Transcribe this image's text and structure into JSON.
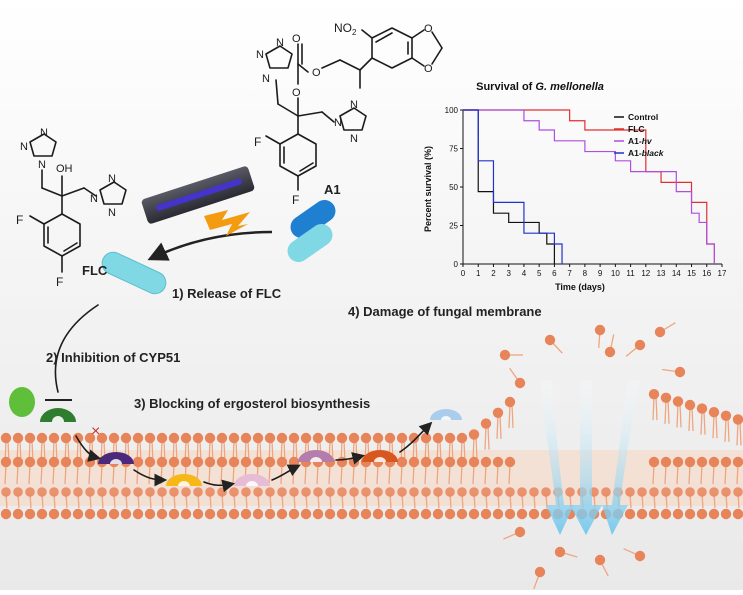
{
  "colors": {
    "membrane_head": "#e8845a",
    "membrane_tail": "#f0a57e",
    "arrow_blue": "#8fd1ee",
    "pill_cyan": "#7fd8e4",
    "enzyme_green": "#2f7d2e",
    "inhibit_x": "#c0392b"
  },
  "molecules": {
    "flc_label": "FLC",
    "a1_label": "A1",
    "no2": "NO",
    "no2_sub": "2",
    "oh": "OH",
    "f": "F",
    "n": "N",
    "o": "O"
  },
  "steps": {
    "release": "1) Release of FLC",
    "inhibition": "2) Inhibition of CYP51",
    "blocking": "3) Blocking of ergosterol biosynthesis",
    "damage": "4) Damage of fungal membrane"
  },
  "chart_data": {
    "type": "line",
    "title_prefix": "Survival of ",
    "title_italic": "G. mellonella",
    "xlabel": "Time (days)",
    "ylabel": "Percent survival (%)",
    "xlim": [
      0,
      17
    ],
    "ylim": [
      0,
      100
    ],
    "xticks": [
      0,
      1,
      2,
      3,
      4,
      5,
      6,
      7,
      8,
      9,
      10,
      11,
      12,
      13,
      14,
      15,
      16,
      17
    ],
    "yticks": [
      0,
      25,
      50,
      75,
      100
    ],
    "legend_position": "top-right",
    "series": [
      {
        "name": "Control",
        "name_suffix": "",
        "color": "#111111",
        "step": true,
        "x": [
          0,
          1,
          2,
          3,
          5,
          5.5,
          6
        ],
        "y": [
          100,
          47,
          33,
          27,
          20,
          13,
          0
        ]
      },
      {
        "name": "FLC",
        "name_suffix": "",
        "color": "#e03030",
        "step": true,
        "x": [
          0,
          7,
          8,
          12,
          13,
          15,
          16,
          16.5
        ],
        "y": [
          100,
          93,
          87,
          60,
          53,
          40,
          13,
          0
        ]
      },
      {
        "name": "A1-",
        "name_suffix": "hv",
        "color": "#b04ee0",
        "step": true,
        "x": [
          0,
          4,
          5,
          6,
          8,
          10,
          11,
          14,
          15,
          15.5,
          16,
          16.5
        ],
        "y": [
          100,
          93,
          87,
          80,
          73,
          67,
          60,
          47,
          33,
          27,
          13,
          0
        ]
      },
      {
        "name": "A1-",
        "name_suffix": "black",
        "color": "#2233cc",
        "step": true,
        "x": [
          0,
          1,
          2,
          4,
          6,
          6.5
        ],
        "y": [
          100,
          67,
          40,
          20,
          13,
          0
        ]
      }
    ]
  }
}
